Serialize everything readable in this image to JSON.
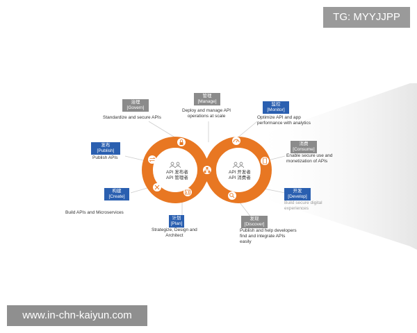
{
  "watermarks": {
    "top": "TG: MYYJJPP",
    "bottom": "www.in-chn-kaiyun.com"
  },
  "colors": {
    "loop_orange": "#e87722",
    "badge_gray": "#8b8b8b",
    "badge_blue": "#2a5fb0"
  },
  "center": {
    "left_line1": "API 发布者",
    "left_line2": "API 管理者",
    "right_line1": "API 开发者",
    "right_line2": "API 消费者"
  },
  "stages": {
    "govern": {
      "cn": "治理",
      "en": "[Govern]",
      "desc": [
        "Standardize and secure APIs"
      ]
    },
    "manage": {
      "cn": "管理",
      "en": "[Manage]",
      "desc": [
        "Deploy and manage API",
        "operations at scale"
      ]
    },
    "monitor": {
      "cn": "监控",
      "en": "[Monitor]",
      "desc": [
        "Optimize API and app",
        "performance with analytics"
      ]
    },
    "consume": {
      "cn": "消费",
      "en": "[Consume]",
      "desc": [
        "Enable secure use and",
        "monetization of APIs"
      ]
    },
    "develop": {
      "cn": "开发",
      "en": "[Develop]",
      "desc": [
        "Build secure digital",
        "experiences"
      ]
    },
    "discover": {
      "cn": "发现",
      "en": "[Discover]",
      "desc": [
        "Publish and help developers",
        "find and integrate APIs",
        "easily"
      ]
    },
    "plan": {
      "cn": "计划",
      "en": "[Plan]",
      "desc": [
        "Strategize, Design and",
        "Architect"
      ]
    },
    "create": {
      "cn": "构建",
      "en": "[Create]",
      "desc": [
        "Build APIs and Microservices"
      ]
    },
    "publish": {
      "cn": "发布",
      "en": "[Publish]",
      "desc": [
        "Publish APIs"
      ]
    }
  },
  "icons": [
    "lock-icon",
    "gauge-icon",
    "mobile-icon",
    "search-icon",
    "chart-icon",
    "tools-icon",
    "arrows-icon",
    "hierarchy-icon",
    "people-icon"
  ]
}
